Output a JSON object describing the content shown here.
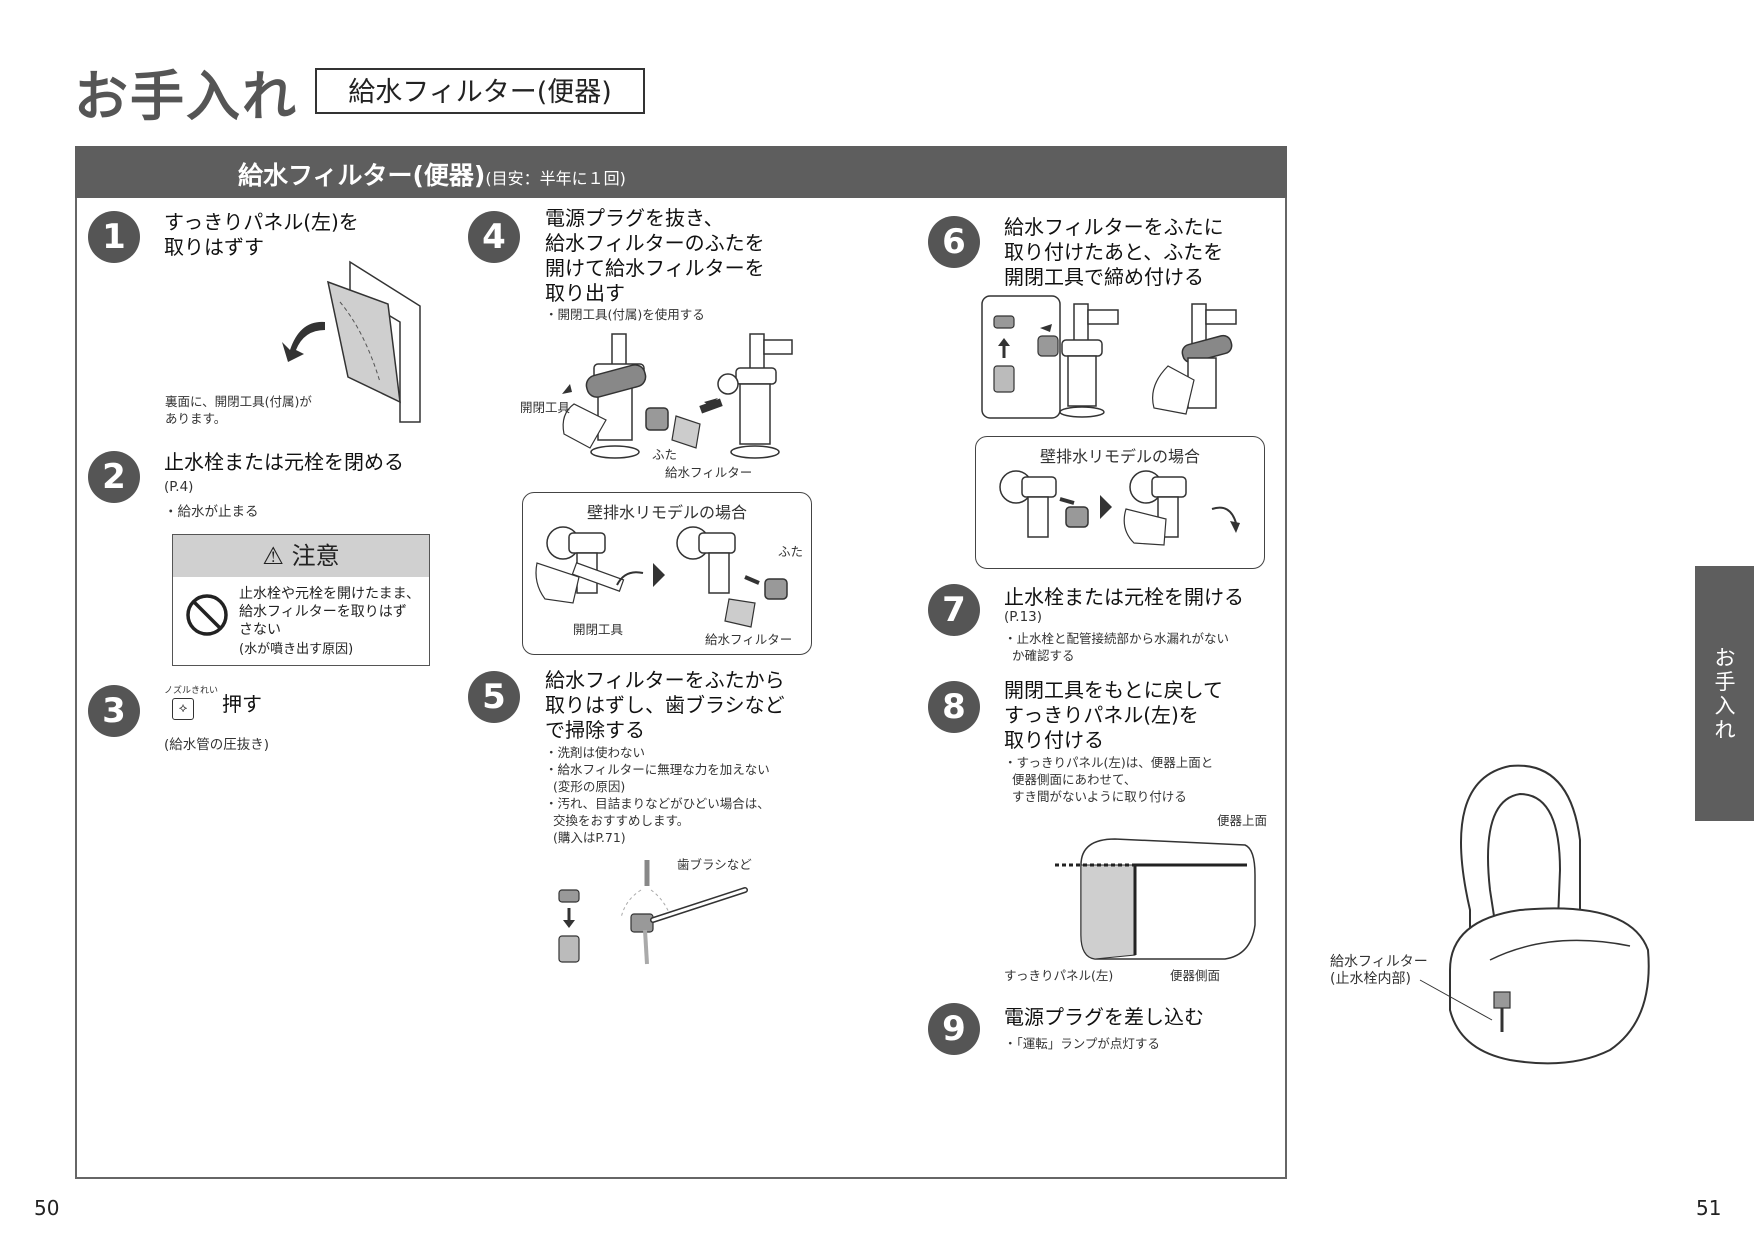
{
  "header": {
    "title": "お手入れ",
    "section_box": "給水フィルター(便器)"
  },
  "panel": {
    "title": "給水フィルター(便器)",
    "subtitle": "(目安：半年に１回)"
  },
  "steps": [
    {
      "num": "1",
      "title": "すっきりパネル(左)を\n取りはずす",
      "note": "裏面に、開閉工具(付属)が\nあります。"
    },
    {
      "num": "2",
      "title": "止水栓または元栓を閉める",
      "ref": "(P.4)",
      "note": "・給水が止まる"
    },
    {
      "num": "3",
      "button_caption": "ノズルきれい",
      "title": "押す",
      "note": "(給水管の圧抜き)"
    },
    {
      "num": "4",
      "title": "電源プラグを抜き、\n給水フィルターのふたを\n開けて給水フィルターを\n取り出す",
      "note": "・開閉工具(付属)を使用する",
      "labels": [
        "開閉工具",
        "ふた",
        "給水フィルター"
      ],
      "remodel": {
        "title": "壁排水リモデルの場合",
        "labels": [
          "ふた",
          "開閉工具",
          "給水フィルター"
        ]
      }
    },
    {
      "num": "5",
      "title": "給水フィルターをふたから\n取りはずし、歯ブラシなど\nで掃除する",
      "notes": "・洗剤は使わない\n・給水フィルターに無理な力を加えない\n  (変形の原因)\n・汚れ、目詰まりなどがひどい場合は、\n  交換をおすすめします。\n  (購入はP.71)",
      "label": "歯ブラシなど"
    },
    {
      "num": "6",
      "title": "給水フィルターをふたに\n取り付けたあと、ふたを\n開閉工具で締め付ける",
      "remodel": {
        "title": "壁排水リモデルの場合"
      }
    },
    {
      "num": "7",
      "title": "止水栓または元栓を開ける",
      "ref": "(P.13)",
      "note": "・止水栓と配管接続部から水漏れがない\n  か確認する"
    },
    {
      "num": "8",
      "title": "開閉工具をもとに戻して\nすっきりパネル(左)を\n取り付ける",
      "note": "・すっきりパネル(左)は、便器上面と\n  便器側面にあわせて、\n  すき間がないように取り付ける",
      "labels": [
        "便器上面",
        "すっきりパネル(左)",
        "便器側面"
      ]
    },
    {
      "num": "9",
      "title": "電源プラグを差し込む",
      "note": "・「運転」ランプが点灯する"
    }
  ],
  "caution": {
    "title": "注意",
    "text": "止水栓や元栓を開けたまま、\n給水フィルターを取りはず\nさない",
    "sub": "(水が噴き出す原因)"
  },
  "side_tab": {
    "label": "お手入れ"
  },
  "toilet_label": "給水フィルター\n(止水栓内部)",
  "page_numbers": {
    "left": "50",
    "right": "51"
  }
}
